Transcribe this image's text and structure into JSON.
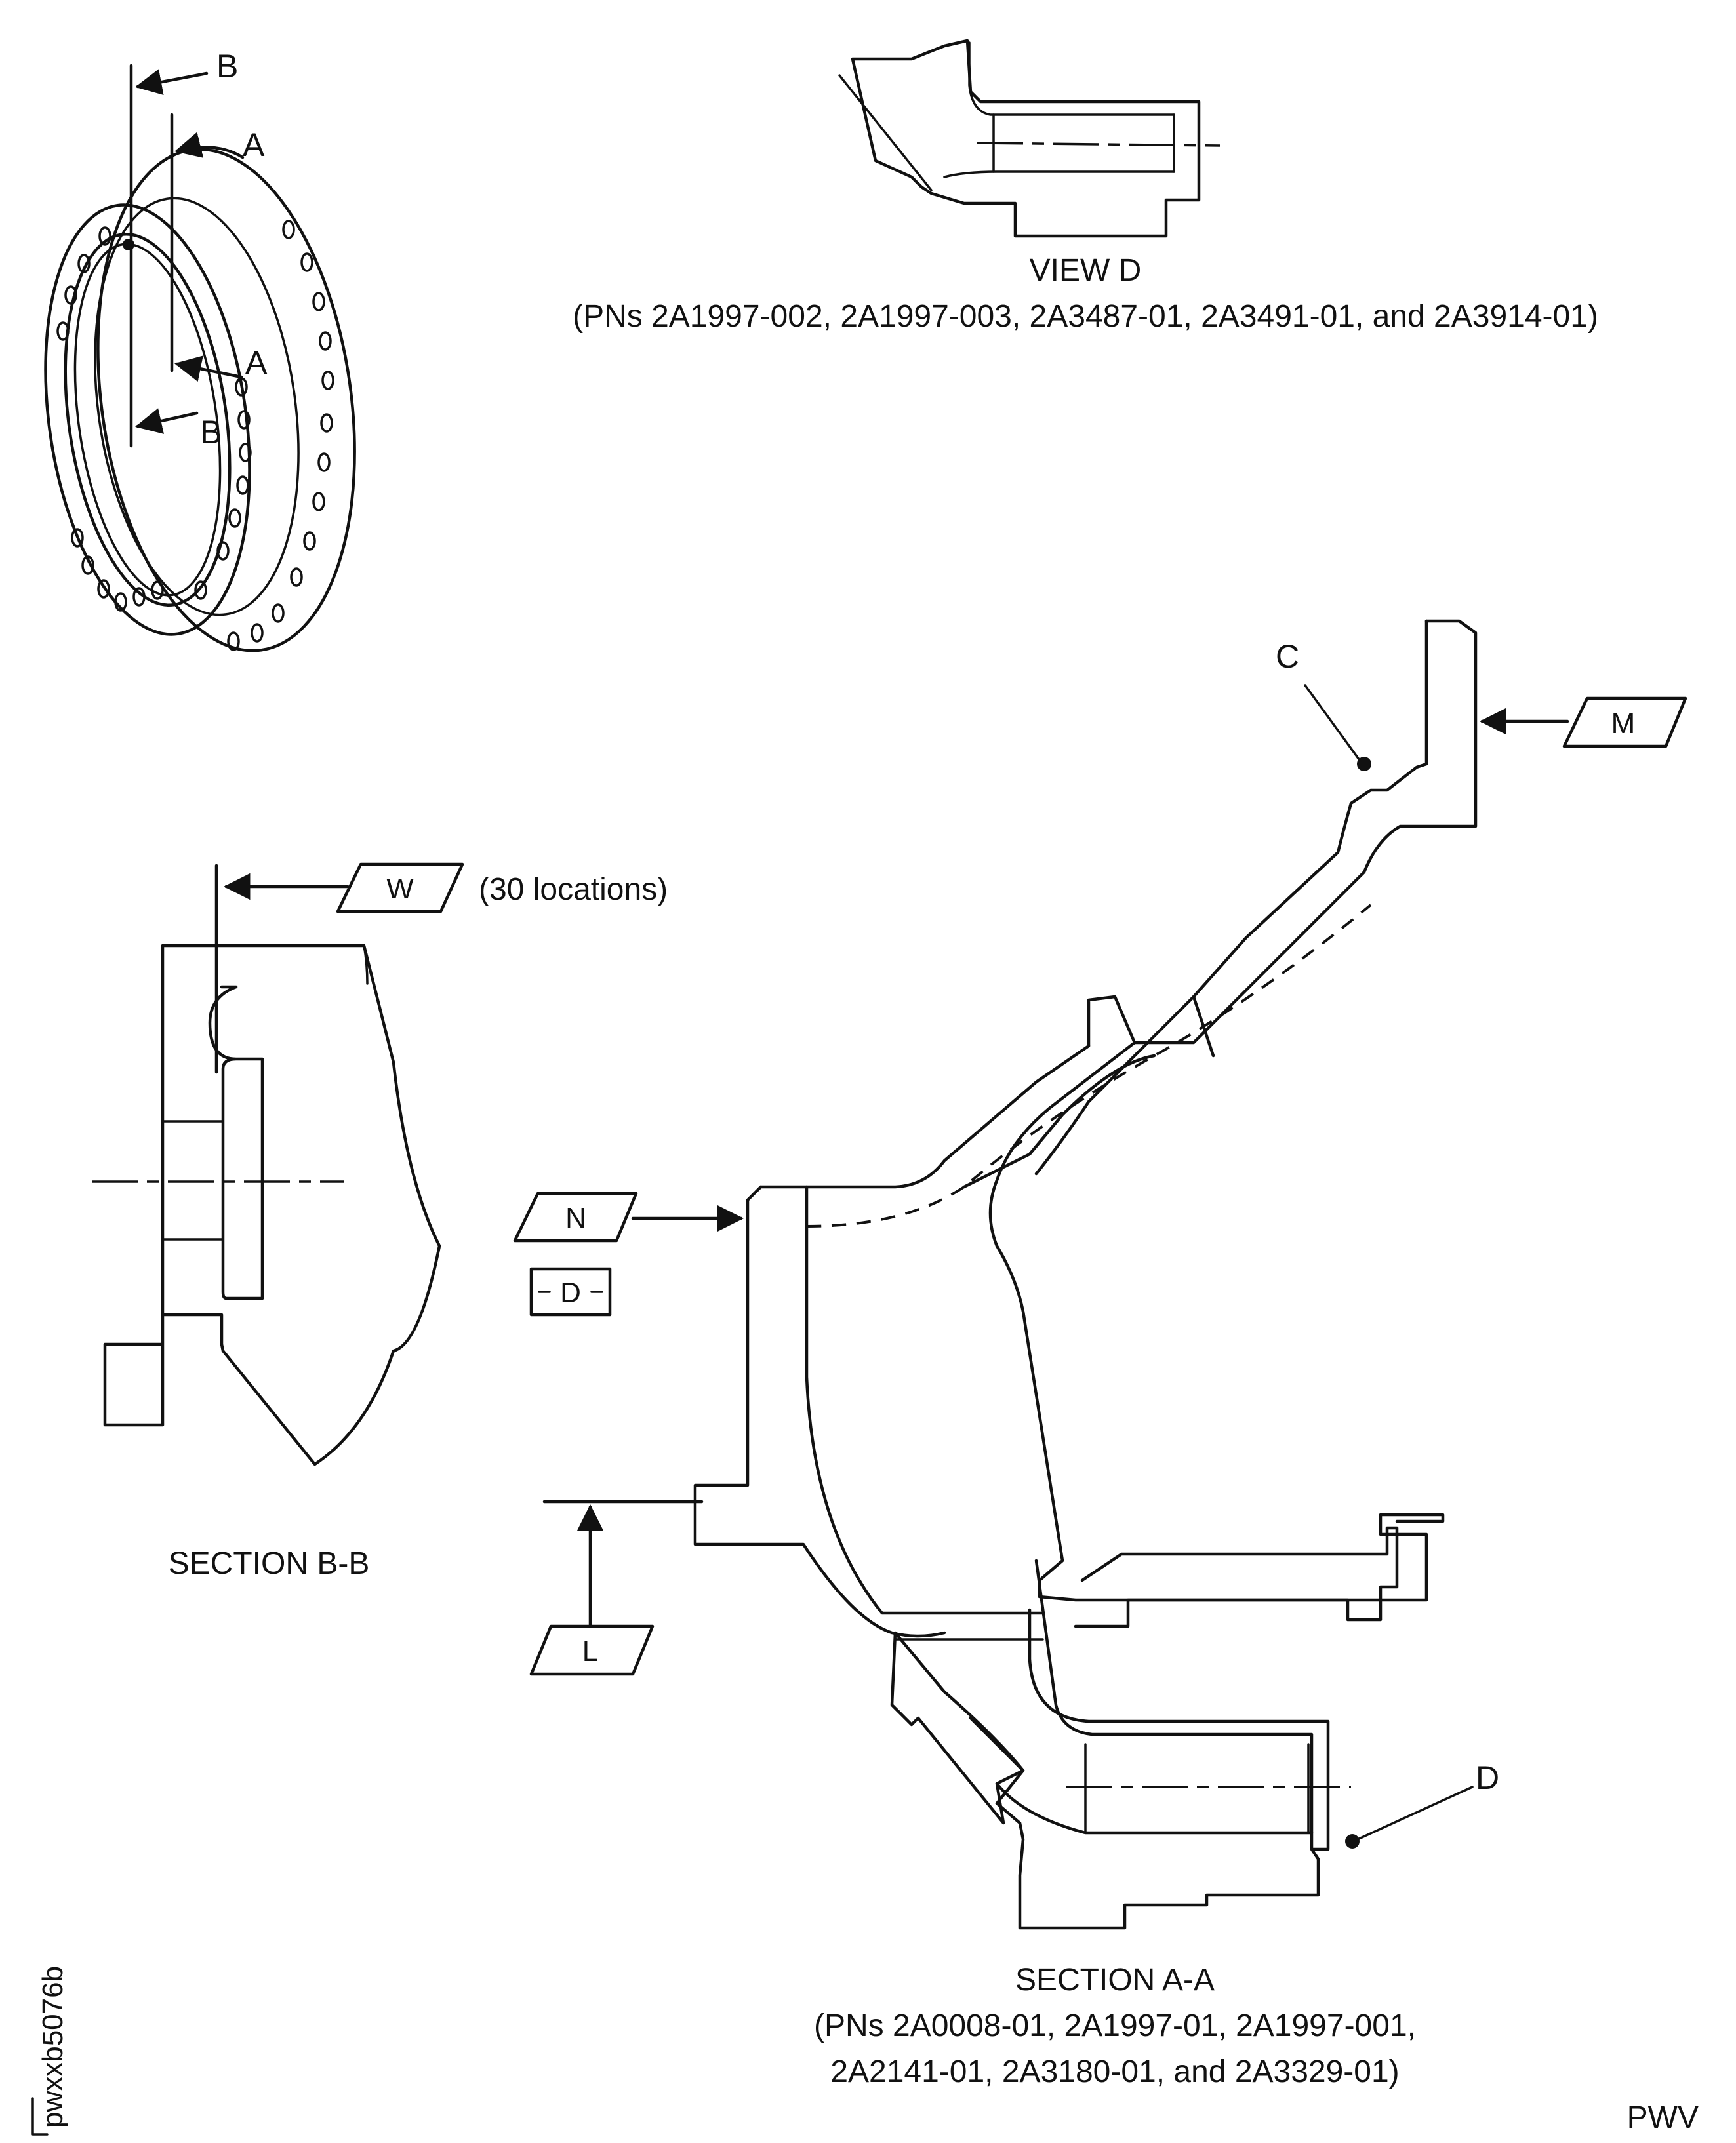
{
  "ref_labels": {
    "B_top": "B",
    "A_top": "A",
    "A_mid": "A",
    "B_mid": "B",
    "C": "C",
    "D_right": "D"
  },
  "datums": {
    "M": "M",
    "W": "W",
    "N": "N",
    "D_box": "D",
    "L": "L"
  },
  "notes": {
    "w_locations": "(30 locations)"
  },
  "captions": {
    "view_d_title": "VIEW D",
    "view_d_pns": "(PNs 2A1997-002, 2A1997-003, 2A3487-01, 2A3491-01, and 2A3914-01)",
    "section_bb": "SECTION B-B",
    "section_aa_title": "SECTION A-A",
    "section_aa_pns_1": "(PNs 2A0008-01, 2A1997-01, 2A1997-001,",
    "section_aa_pns_2": "2A2141-01, 2A3180-01, and 2A3329-01)"
  },
  "codes": {
    "figure_id": "pwxxb5076b",
    "corner_tag": "PWV"
  }
}
